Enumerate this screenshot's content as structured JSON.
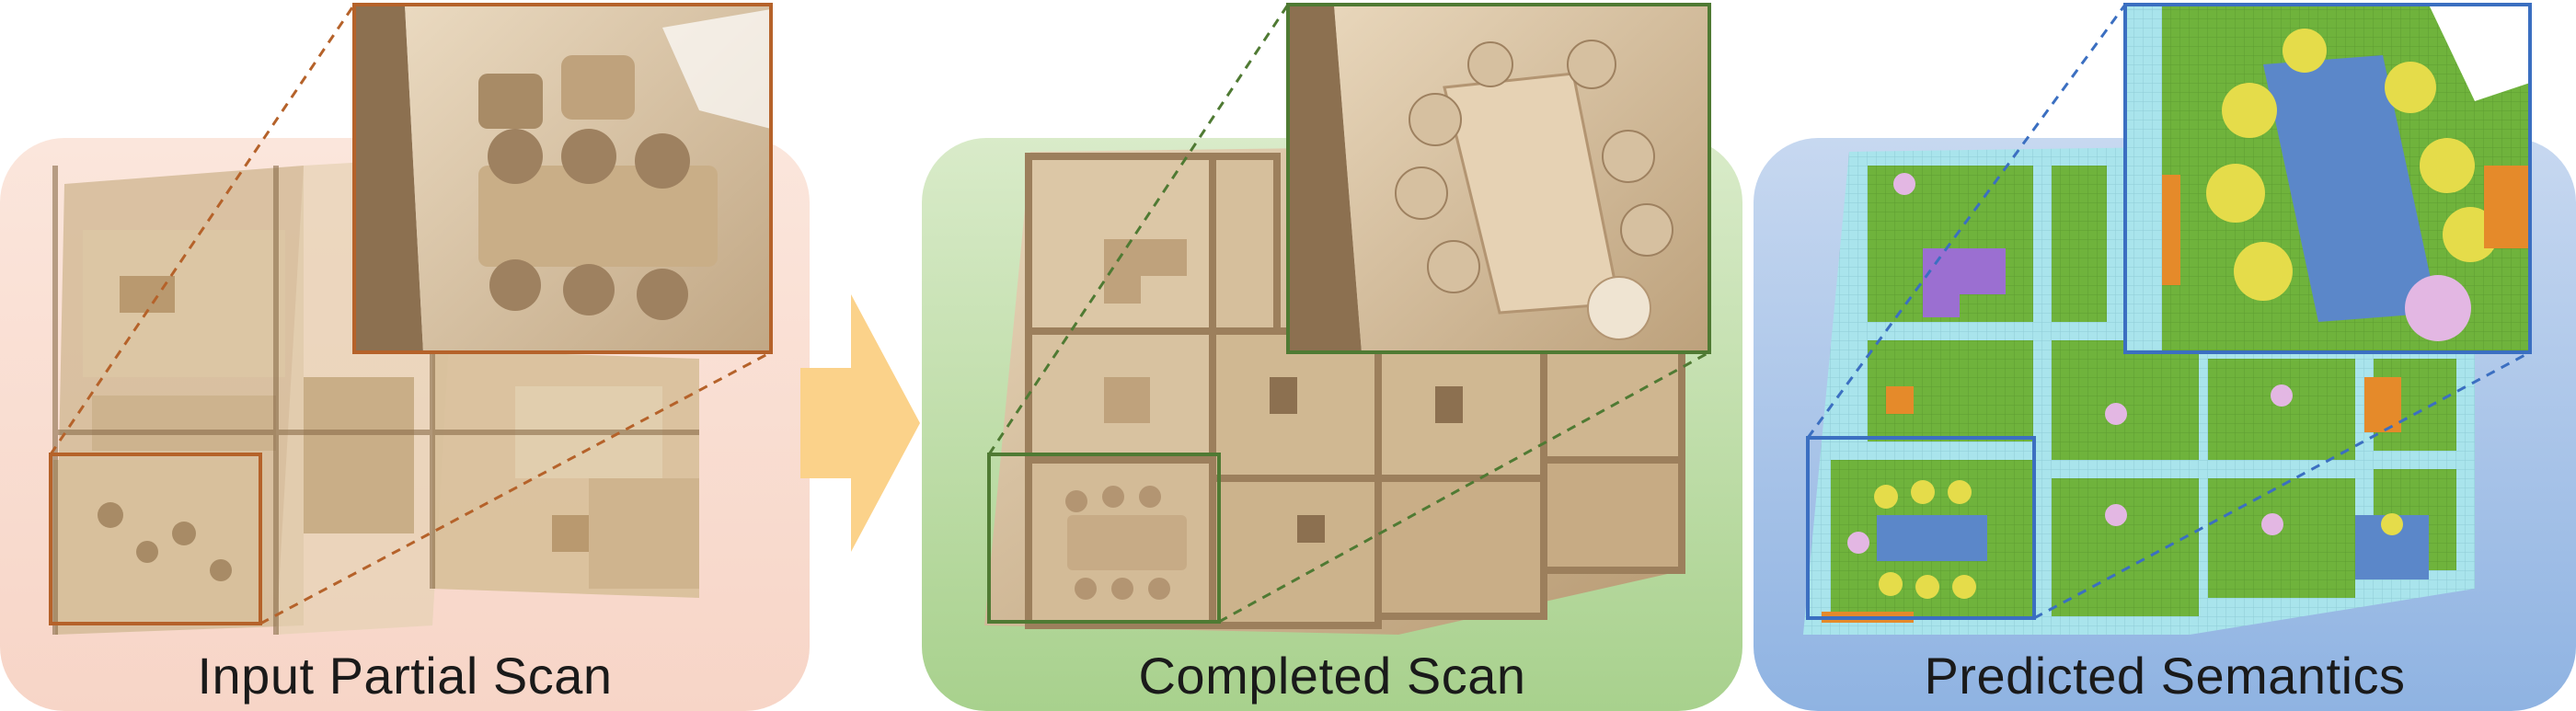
{
  "panels": [
    {
      "id": "input",
      "caption": "Input Partial Scan"
    },
    {
      "id": "completed",
      "caption": "Completed Scan"
    },
    {
      "id": "semantics",
      "caption": "Predicted Semantics"
    }
  ],
  "colors": {
    "input_bg": "#f7d5c7",
    "completed_bg": "#a8d18d",
    "semantics_bg": "#8fb3e2",
    "arrow": "#fbd28a",
    "scan_beige": "#d9c3a3",
    "zoom_frame_input": "#b5622a",
    "zoom_frame_completed": "#4f7a33",
    "zoom_frame_semantics": "#3b6fc1",
    "sem_floor": "#6fb33c",
    "sem_wall": "#a9e4ec",
    "sem_table": "#5b87c9",
    "sem_chair": "#e5dc4a",
    "sem_other": "#e3b7e3",
    "sem_cabinet": "#e58a2a"
  },
  "icons": [
    "right-arrow-icon"
  ]
}
